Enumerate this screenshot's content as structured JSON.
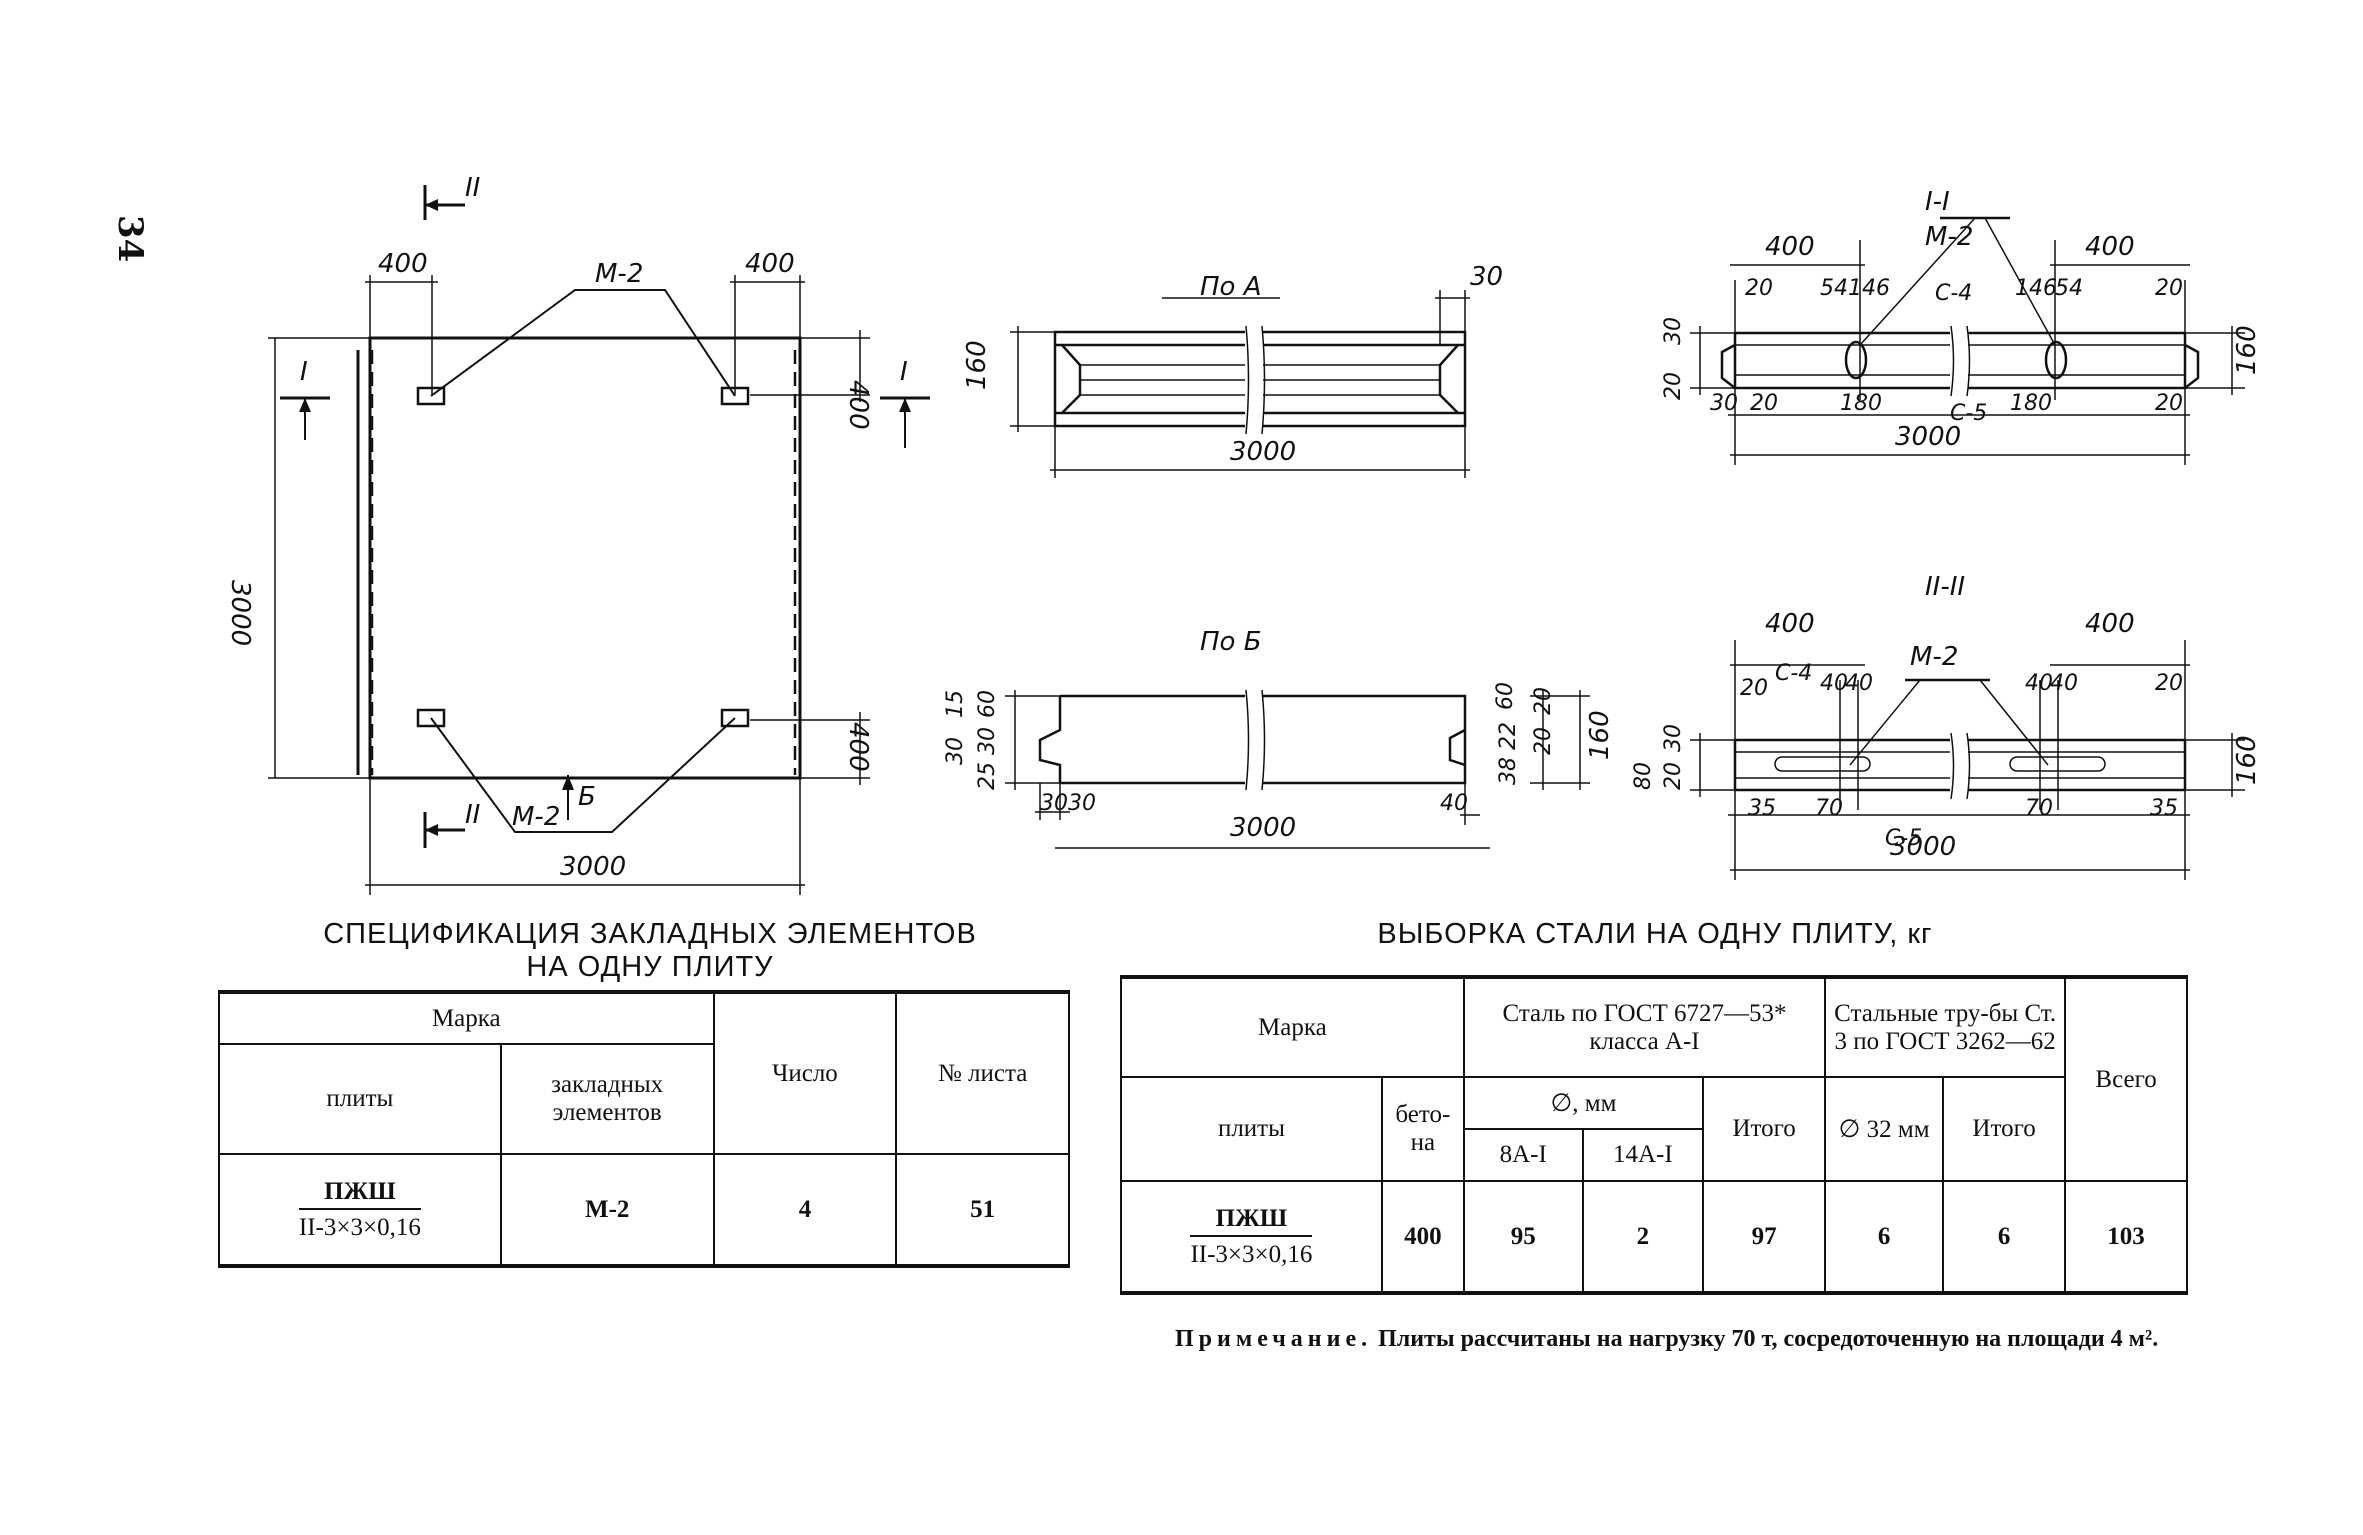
{
  "page_number": "34",
  "plan": {
    "dim_top_left": "400",
    "dim_top_right": "400",
    "dim_right_top": "400",
    "dim_right_bottom": "400",
    "dim_left": "3000",
    "dim_bottom": "3000",
    "label_m2_top": "М-2",
    "label_m2_bottom": "М-2",
    "section_i_left": "I",
    "section_i_right": "I",
    "section_ii_top": "II",
    "section_ii_bottom": "II",
    "view_b": "Б"
  },
  "view_a": {
    "title": "По А",
    "dim_30": "30",
    "dim_160": "160",
    "dim_3000": "3000"
  },
  "view_b_detail": {
    "title": "По Б",
    "dims_left": [
      "15",
      "60",
      "30",
      "30",
      "25"
    ],
    "dims_right": [
      "60",
      "22",
      "20",
      "20",
      "38",
      "160"
    ],
    "dim_3030": "3030",
    "dim_3000": "3000",
    "dim_40": "40"
  },
  "section_1": {
    "title": "I-I",
    "sub": "М-2",
    "dims_top": [
      "400",
      "400"
    ],
    "dims_inner_top": [
      "20",
      "54",
      "146",
      "146",
      "54",
      "20"
    ],
    "labels": [
      "С-4",
      "С-5"
    ],
    "dims_bottom": [
      "30",
      "20",
      "180",
      "180",
      "20"
    ],
    "dim_3000": "3000",
    "dim_30": "30",
    "dim_20": "20",
    "dim_160": "160"
  },
  "section_2": {
    "title": "II-II",
    "dims_top": [
      "400",
      "400"
    ],
    "sub": "М-2",
    "labels": [
      "С-4",
      "С-5"
    ],
    "dims_inner": [
      "20",
      "40",
      "40",
      "40",
      "40",
      "20"
    ],
    "dims_bottom": [
      "35",
      "70",
      "70",
      "35"
    ],
    "dim_3000": "3000",
    "dims_left": [
      "30",
      "20",
      "80"
    ],
    "dim_160": "160"
  },
  "spec_table": {
    "caption_line1": "СПЕЦИФИКАЦИЯ ЗАКЛАДНЫХ ЭЛЕМЕНТОВ",
    "caption_line2": "НА ОДНУ ПЛИТУ",
    "header_marka": "Марка",
    "header_plity": "плиты",
    "header_zaklad": "закладных элементов",
    "header_chislo": "Число",
    "header_list": "№ листа",
    "row_plate_num": "ПЖШ",
    "row_plate_den": "II-3×3×0,16",
    "row_element": "М-2",
    "row_count": "4",
    "row_sheet": "51"
  },
  "steel_table": {
    "caption": "ВЫБОРКА СТАЛИ НА ОДНУ ПЛИТУ, кг",
    "header_marka": "Марка",
    "header_plity": "плиты",
    "header_betona": "бето-на",
    "header_steel": "Сталь по ГОСТ 6727—53* класса А-I",
    "header_diam": "∅, мм",
    "header_8a": "8А-I",
    "header_14a": "14А-I",
    "header_itogo1": "Итого",
    "header_tubes": "Стальные тру-бы Ст. 3 по ГОСТ 3262—62",
    "header_32": "∅ 32 мм",
    "header_itogo2": "Итого",
    "header_vsego": "Всего",
    "row_plate_num": "ПЖШ",
    "row_plate_den": "II-3×3×0,16",
    "row_beton": "400",
    "row_8a": "95",
    "row_14a": "2",
    "row_itogo1": "97",
    "row_32": "6",
    "row_itogo2": "6",
    "row_vsego": "103"
  },
  "note": {
    "label": "Примечание.",
    "text": "Плиты рассчитаны на нагрузку 70 т, сосредоточенную на площади 4 м²."
  }
}
